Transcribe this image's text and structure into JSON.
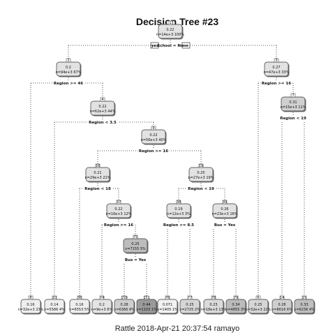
{
  "title": "Decision Tree #23",
  "footer": "Rattle 2018-Apr-21 20:37:54 ramayo",
  "nodes": [
    {
      "num": "1",
      "val": "0.22",
      "info": "n=14e+3 100%",
      "fill": "#e2e2e2"
    },
    {
      "num": "2",
      "val": "0.2",
      "info": "n=94e+3 67%",
      "fill": "#e2e2e2"
    },
    {
      "num": "4",
      "val": "0.22",
      "info": "n=62e+3 44%",
      "fill": "#e2e2e2"
    },
    {
      "num": "9",
      "val": "0.22",
      "info": "n=56e+3 40%",
      "fill": "#e2e2e2"
    },
    {
      "num": "18",
      "val": "0.21",
      "info": "n=29e+3 21%",
      "fill": "#e2e2e2"
    },
    {
      "num": "37",
      "val": "0.22",
      "info": "n=16e+3 12%",
      "fill": "#e2e2e2"
    },
    {
      "num": "75",
      "val": "0.25",
      "info": "n=7155 5%",
      "fill": "#bdbdbd"
    },
    {
      "num": "19",
      "val": "0.25",
      "info": "n=27e+3 19%",
      "fill": "#e2e2e2"
    },
    {
      "num": "38",
      "val": "0.19",
      "info": "n=12e+3 3%",
      "fill": "#e2e2e2"
    },
    {
      "num": "39",
      "val": "0.26",
      "info": "n=23e+3 16%",
      "fill": "#e2e2e2"
    },
    {
      "num": "3",
      "val": "0.27",
      "info": "n=47e+3 33%",
      "fill": "#e2e2e2"
    },
    {
      "num": "7",
      "val": "0.31",
      "info": "n=15e+3 11%",
      "fill": "#d0d0d0"
    }
  ],
  "splits": [
    {
      "label": "School = No"
    },
    {
      "label": "Region >= 46"
    },
    {
      "label": "Region < 3.5"
    },
    {
      "label": "Region >= 16"
    },
    {
      "label": "Region < 18"
    },
    {
      "label": "Region >= 16"
    },
    {
      "label": "Bus = Yes"
    },
    {
      "label": "Region < 19"
    },
    {
      "label": "Region >= 8.5"
    },
    {
      "label": "Bus = Yes"
    },
    {
      "label": "Region >= 16"
    },
    {
      "label": "Region < 19"
    }
  ],
  "branch_labels": {
    "yes": "yes",
    "no": "no"
  },
  "leaves": [
    {
      "num": "8",
      "val": "0.16",
      "info": "n=32e+3 23%",
      "fill": "#eeeeee"
    },
    {
      "num": "10",
      "val": "0.14",
      "info": "n=5586 4%",
      "fill": "#eeeeee"
    },
    {
      "num": "36",
      "val": "0.16",
      "info": "n=6553 5%",
      "fill": "#eeeeee"
    },
    {
      "num": "74",
      "val": "0.2",
      "info": "n=9e+3 6%",
      "fill": "#e4e4e4"
    },
    {
      "num": "150",
      "val": "0.28",
      "info": "n=6366 4%",
      "fill": "#cfcfcf"
    },
    {
      "num": "151",
      "val": "0.44",
      "info": "n=1103 1%",
      "fill": "#9a9a9a"
    },
    {
      "num": "76",
      "val": "0.071",
      "info": "n=1405 1%",
      "fill": "#f2f2f2"
    },
    {
      "num": "77",
      "val": "0.25",
      "info": "n=2725 2%",
      "fill": "#d6d6d6"
    },
    {
      "num": "78",
      "val": "0.23",
      "info": "n=18e+3 13%",
      "fill": "#dadada"
    },
    {
      "num": "79",
      "val": "0.34",
      "info": "n=4855 3%",
      "fill": "#bbbbbb"
    },
    {
      "num": "6",
      "val": "0.25",
      "info": "n=32e+3 22%",
      "fill": "#d6d6d6"
    },
    {
      "num": "14",
      "val": "0.28",
      "info": "n=8616 6%",
      "fill": "#cfcfcf"
    },
    {
      "num": "15",
      "val": "0.33",
      "info": "n=6236 4%",
      "fill": "#bfbfbf"
    }
  ]
}
